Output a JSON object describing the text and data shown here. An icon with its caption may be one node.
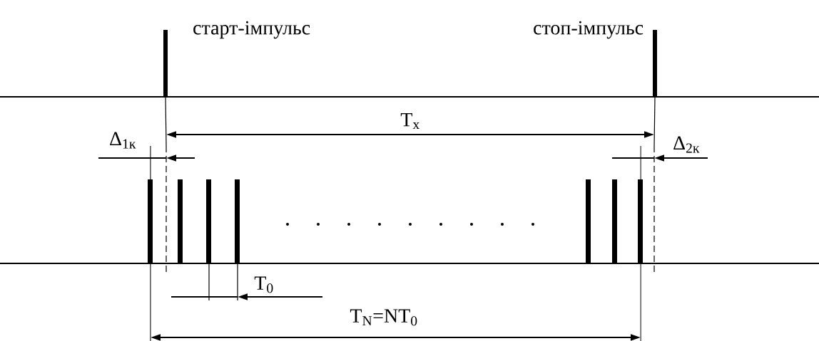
{
  "diagram": {
    "labels": [
      "старт-імпульс",
      "стоп-імпульс",
      "T$_{x}$",
      "Δ$_{1к}$",
      "Δ$_{2к}$",
      "T$_{0}$",
      "T$_{N}$=NT$_{0}$"
    ]
  }
}
